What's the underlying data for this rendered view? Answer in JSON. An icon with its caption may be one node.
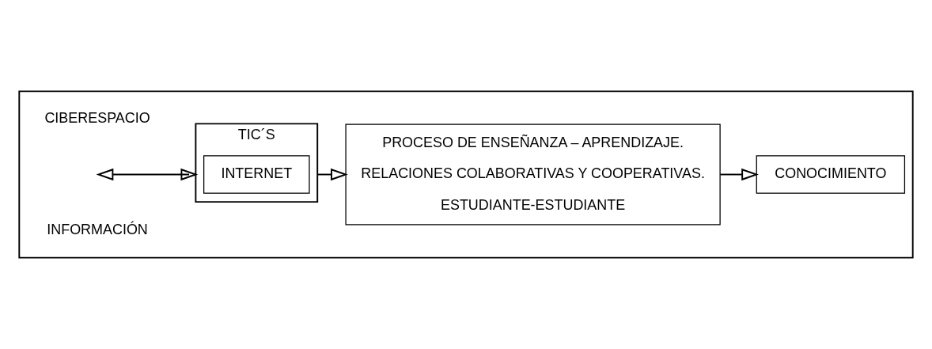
{
  "diagram": {
    "nodes": [
      {
        "text": [],
        "shape": "box"
      },
      {
        "text": [
          "TIC´S"
        ],
        "in": 0
      },
      {
        "text": [
          "INTERNET"
        ],
        "in": 1
      },
      {
        "text": [
          "PROCESO DE ENSEÑANZA – APRENDIZAJE.",
          "RELACIONES COLABORATIVAS Y COOPERATIVAS.",
          "ESTUDIANTE-ESTUDIANTE"
        ],
        "in": 0
      },
      {
        "text": [
          "CONOCIMIENTO"
        ],
        "in": 0
      }
    ],
    "edges": [
      {
        "from": null,
        "to": 1,
        "arrow": "both"
      },
      {
        "from": 1,
        "to": 3,
        "arrow": "to"
      },
      {
        "from": 3,
        "to": 4,
        "arrow": "to"
      }
    ],
    "labels": [
      "CIBERESPACIO",
      "INFORMACIÓN"
    ]
  }
}
